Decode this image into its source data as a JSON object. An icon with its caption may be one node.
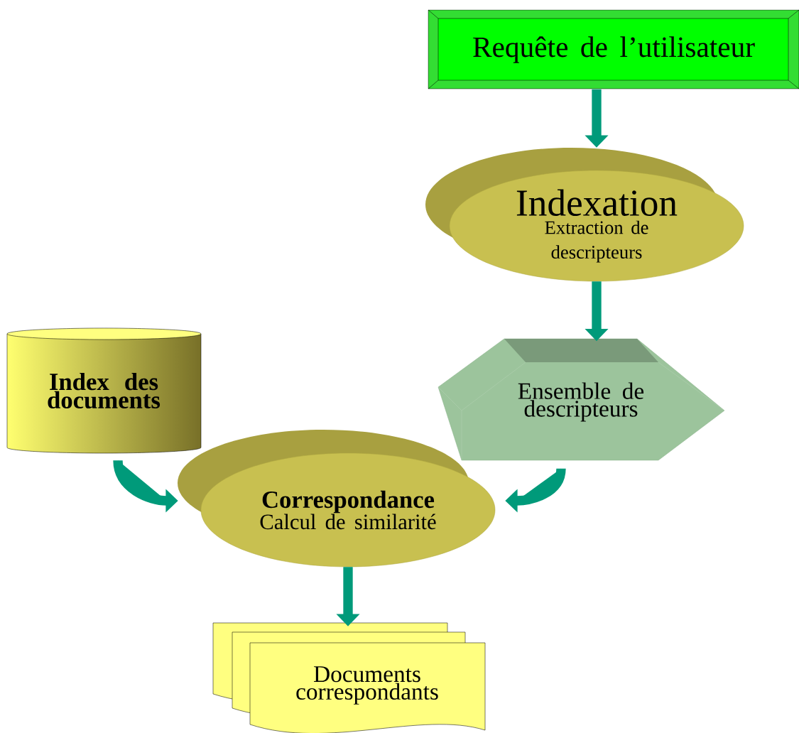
{
  "diagram": {
    "nodes": [
      {
        "text": [
          "Requête de l’utilisateur"
        ]
      },
      {
        "text": [
          "Indexation",
          "Extraction de descripteurs"
        ]
      },
      {
        "text": [
          "Index des documents"
        ]
      },
      {
        "text": [
          "Ensemble de descripteurs"
        ]
      },
      {
        "text": [
          "Correspondance",
          "Calcul de similarité"
        ]
      },
      {
        "text": [
          "Documents correspondants"
        ]
      }
    ],
    "edges": [
      {
        "from": 0,
        "to": 1,
        "arrow": "to"
      },
      {
        "from": 1,
        "to": 3,
        "arrow": "to"
      },
      {
        "from": 3,
        "to": 4,
        "arrow": "to"
      },
      {
        "from": 2,
        "to": 4,
        "arrow": "to"
      },
      {
        "from": 4,
        "to": 5,
        "arrow": "to"
      }
    ]
  }
}
